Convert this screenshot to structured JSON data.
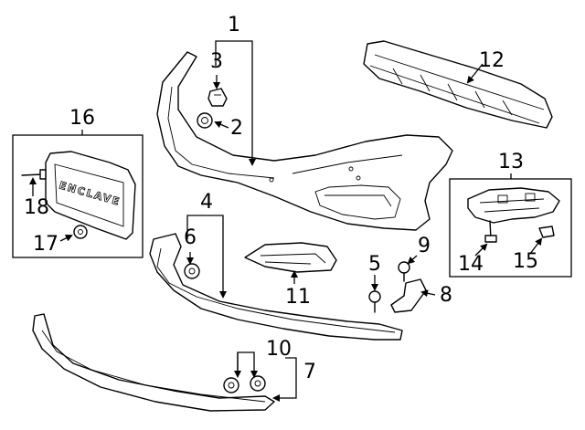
{
  "callouts": {
    "c1": "1",
    "c2": "2",
    "c3": "3",
    "c4": "4",
    "c5": "5",
    "c6": "6",
    "c7": "7",
    "c8": "8",
    "c9": "9",
    "c10": "10",
    "c11": "11",
    "c12": "12",
    "c13": "13",
    "c14": "14",
    "c15": "15",
    "c16": "16",
    "c17": "17",
    "c18": "18"
  },
  "plate_lettering": "ENCLAVE"
}
